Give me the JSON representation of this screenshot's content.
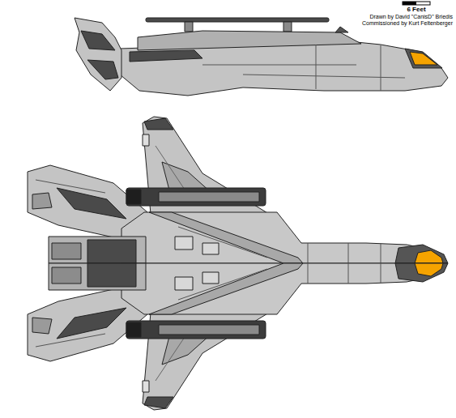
{
  "diagram": {
    "labels": [
      "6 Feet",
      "Drawn by David \"CanisD\" Briedis",
      "Commissioned by Kurt Feltenberger"
    ]
  }
}
